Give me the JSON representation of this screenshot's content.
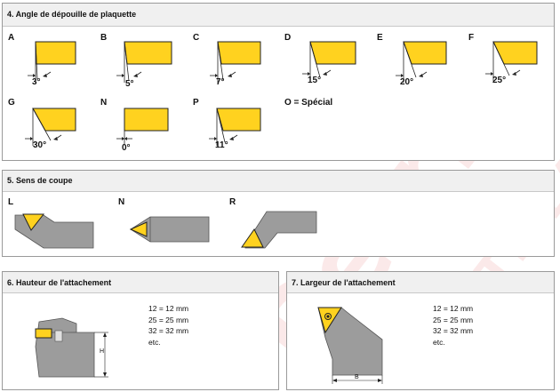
{
  "section4": {
    "title": "4. Angle de dépouille de plaquette",
    "items": [
      {
        "letter": "A",
        "angle": "3°"
      },
      {
        "letter": "B",
        "angle": "5°"
      },
      {
        "letter": "C",
        "angle": "7°"
      },
      {
        "letter": "D",
        "angle": "15°"
      },
      {
        "letter": "E",
        "angle": "20°"
      },
      {
        "letter": "F",
        "angle": "25°"
      },
      {
        "letter": "G",
        "angle": "30°"
      },
      {
        "letter": "N",
        "angle": "0°"
      },
      {
        "letter": "P",
        "angle": "11°"
      }
    ],
    "special": "O = Spécial"
  },
  "section5": {
    "title": "5. Sens de coupe",
    "items": [
      "L",
      "N",
      "R"
    ]
  },
  "section6": {
    "title": "6. Hauteur de l'attachement",
    "dim_label": "H",
    "sizes": [
      "12 = 12 mm",
      "25 = 25 mm",
      "32 = 32 mm",
      "etc."
    ]
  },
  "section7": {
    "title": "7. Largeur de l'attachement",
    "dim_label": "B",
    "sizes": [
      "12 = 12 mm",
      "25 = 25 mm",
      "32 = 32 mm",
      "etc."
    ]
  },
  "colors": {
    "insert": "#ffd21f",
    "tool": "#9c9c9c",
    "header": "#f0f0f0",
    "watermark": "#dc2828"
  }
}
